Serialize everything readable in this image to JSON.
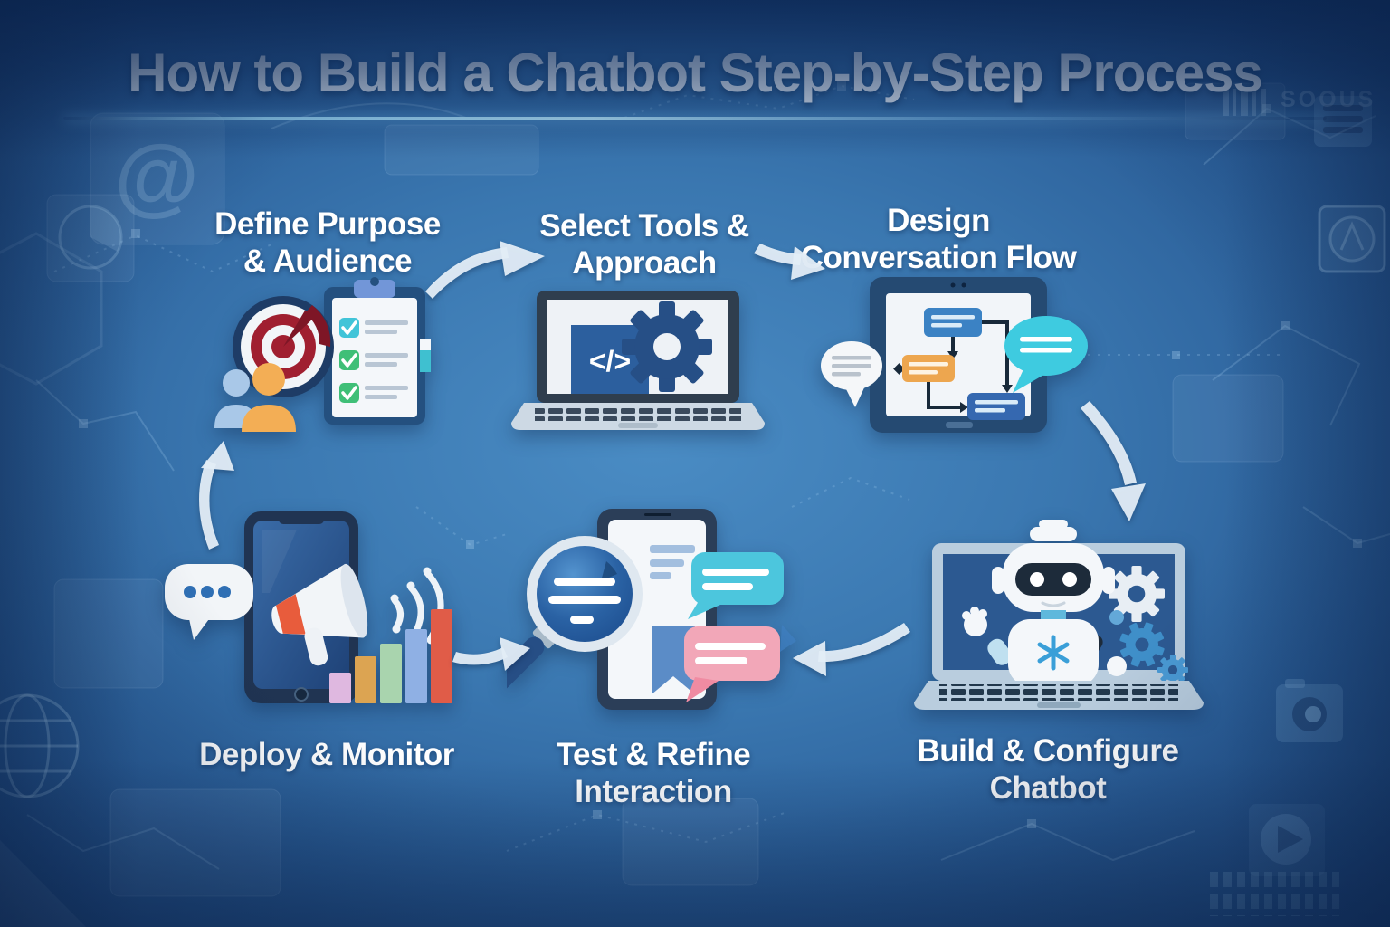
{
  "title": "How to Build a Chatbot Step-by-Step Process",
  "steps": [
    {
      "label": "Define Purpose\n& Audience",
      "icon": "target-clipboard-audience"
    },
    {
      "label": "Select Tools &\nApproach",
      "icon": "laptop-code-gear",
      "code_symbol": "</>"
    },
    {
      "label": "Design\nConversation Flow",
      "icon": "tablet-flowchart-chat"
    },
    {
      "label": "Build & Configure\nChatbot",
      "icon": "laptop-robot-gears"
    },
    {
      "label": "Test & Refine\nInteraction",
      "icon": "magnifier-phone-chat"
    },
    {
      "label": "Deploy & Monitor",
      "icon": "phone-megaphone-chart"
    }
  ],
  "flow": {
    "sequence": [
      "step1-to-step2",
      "step2-to-step3",
      "step3-to-step4",
      "step4-to-step5",
      "step5-to-step6",
      "step6-to-step1"
    ]
  },
  "background": {
    "at_glyph": "@",
    "barcode_label": "SOOUS"
  },
  "colors": {
    "background_center": "#4a8cc4",
    "background_edge": "#20497f",
    "title_text": "#e9f0f7",
    "label_text": "#ffffff",
    "arrow": "#e3edf7",
    "accent_red": "#a01f30",
    "accent_orange": "#eda64f",
    "accent_cyan": "#3ecbe0",
    "accent_pink": "#f2a7b8",
    "accent_blue": "#2c5f9e"
  }
}
